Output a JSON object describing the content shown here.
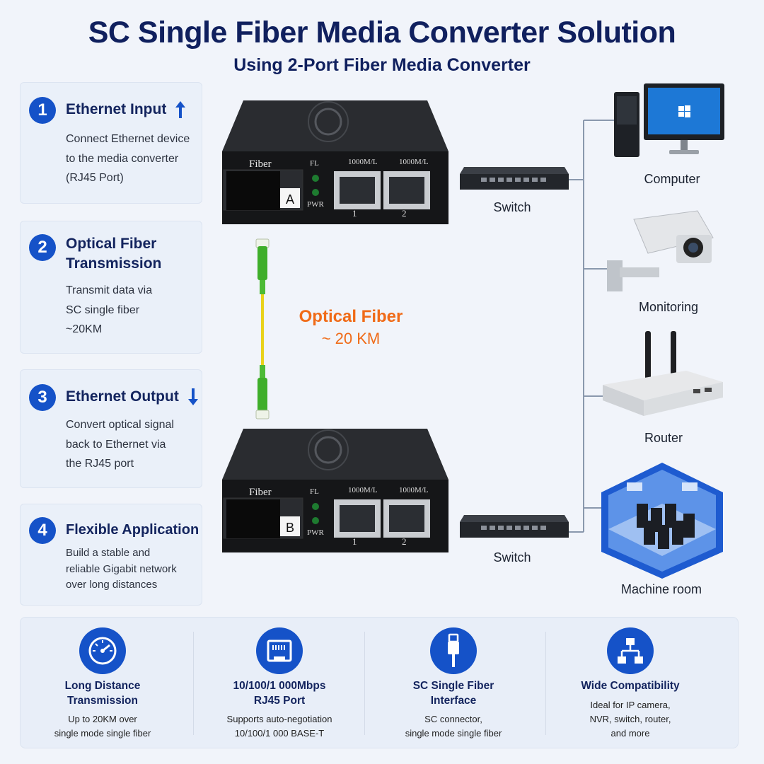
{
  "header": {
    "title": "SC Single Fiber Media Converter Solution",
    "subtitle": "Using 2-Port Fiber Media Converter"
  },
  "steps": [
    {
      "num": "1",
      "title": "Ethernet Input",
      "desc": "Connect Ethernet device\nto the media converter\n(RJ45 Port)",
      "arrow": "up-arrow-icon"
    },
    {
      "num": "2",
      "title": "Optical Fiber\nTransmission",
      "desc": "Transmit data via\nSC single fiber\n~20KM"
    },
    {
      "num": "3",
      "title": "Ethernet Output",
      "desc": "Convert optical signal\nback to Ethernet via\nthe RJ45 port",
      "arrow": "down-arrow-icon"
    },
    {
      "num": "4",
      "title": "Flexible Application",
      "desc": "Build a stable and\nreliable Gigabit network\nover long distances"
    }
  ],
  "converters": [
    {
      "fiber_label": "Fiber",
      "id_label": "A",
      "fl": "FL",
      "pwr": "PWR",
      "port1_speed": "1000M/L",
      "port2_speed": "1000M/L",
      "port1_num": "1",
      "port2_num": "2"
    },
    {
      "fiber_label": "Fiber",
      "id_label": "B",
      "fl": "FL",
      "pwr": "PWR",
      "port1_speed": "1000M/L",
      "port2_speed": "1000M/L",
      "port1_num": "1",
      "port2_num": "2"
    }
  ],
  "fiber": {
    "label": "Optical Fiber",
    "distance": "~ 20 KM"
  },
  "switches": [
    "Switch",
    "Switch"
  ],
  "devices": [
    "Computer",
    "Monitoring",
    "Router",
    "Machine room"
  ],
  "features": [
    {
      "icon": "speedometer-icon",
      "title": "Long Distance\nTransmission",
      "desc": "Up to 20KM over\nsingle mode single fiber"
    },
    {
      "icon": "rj45-port-icon",
      "title": "10/100/1 000Mbps\nRJ45 Port",
      "desc": "Supports auto-negotiation\n10/100/1 000 BASE-T"
    },
    {
      "icon": "sc-connector-icon",
      "title": "SC Single Fiber\nInterface",
      "desc": "SC connector,\nsingle mode single fiber"
    },
    {
      "icon": "network-topology-icon",
      "title": "Wide Compatibility",
      "desc": "Ideal for IP camera,\nNVR, switch, router,\nand more"
    }
  ],
  "colors": {
    "accent": "#1552c8",
    "title": "#10205e",
    "fiber": "#f06b18"
  }
}
